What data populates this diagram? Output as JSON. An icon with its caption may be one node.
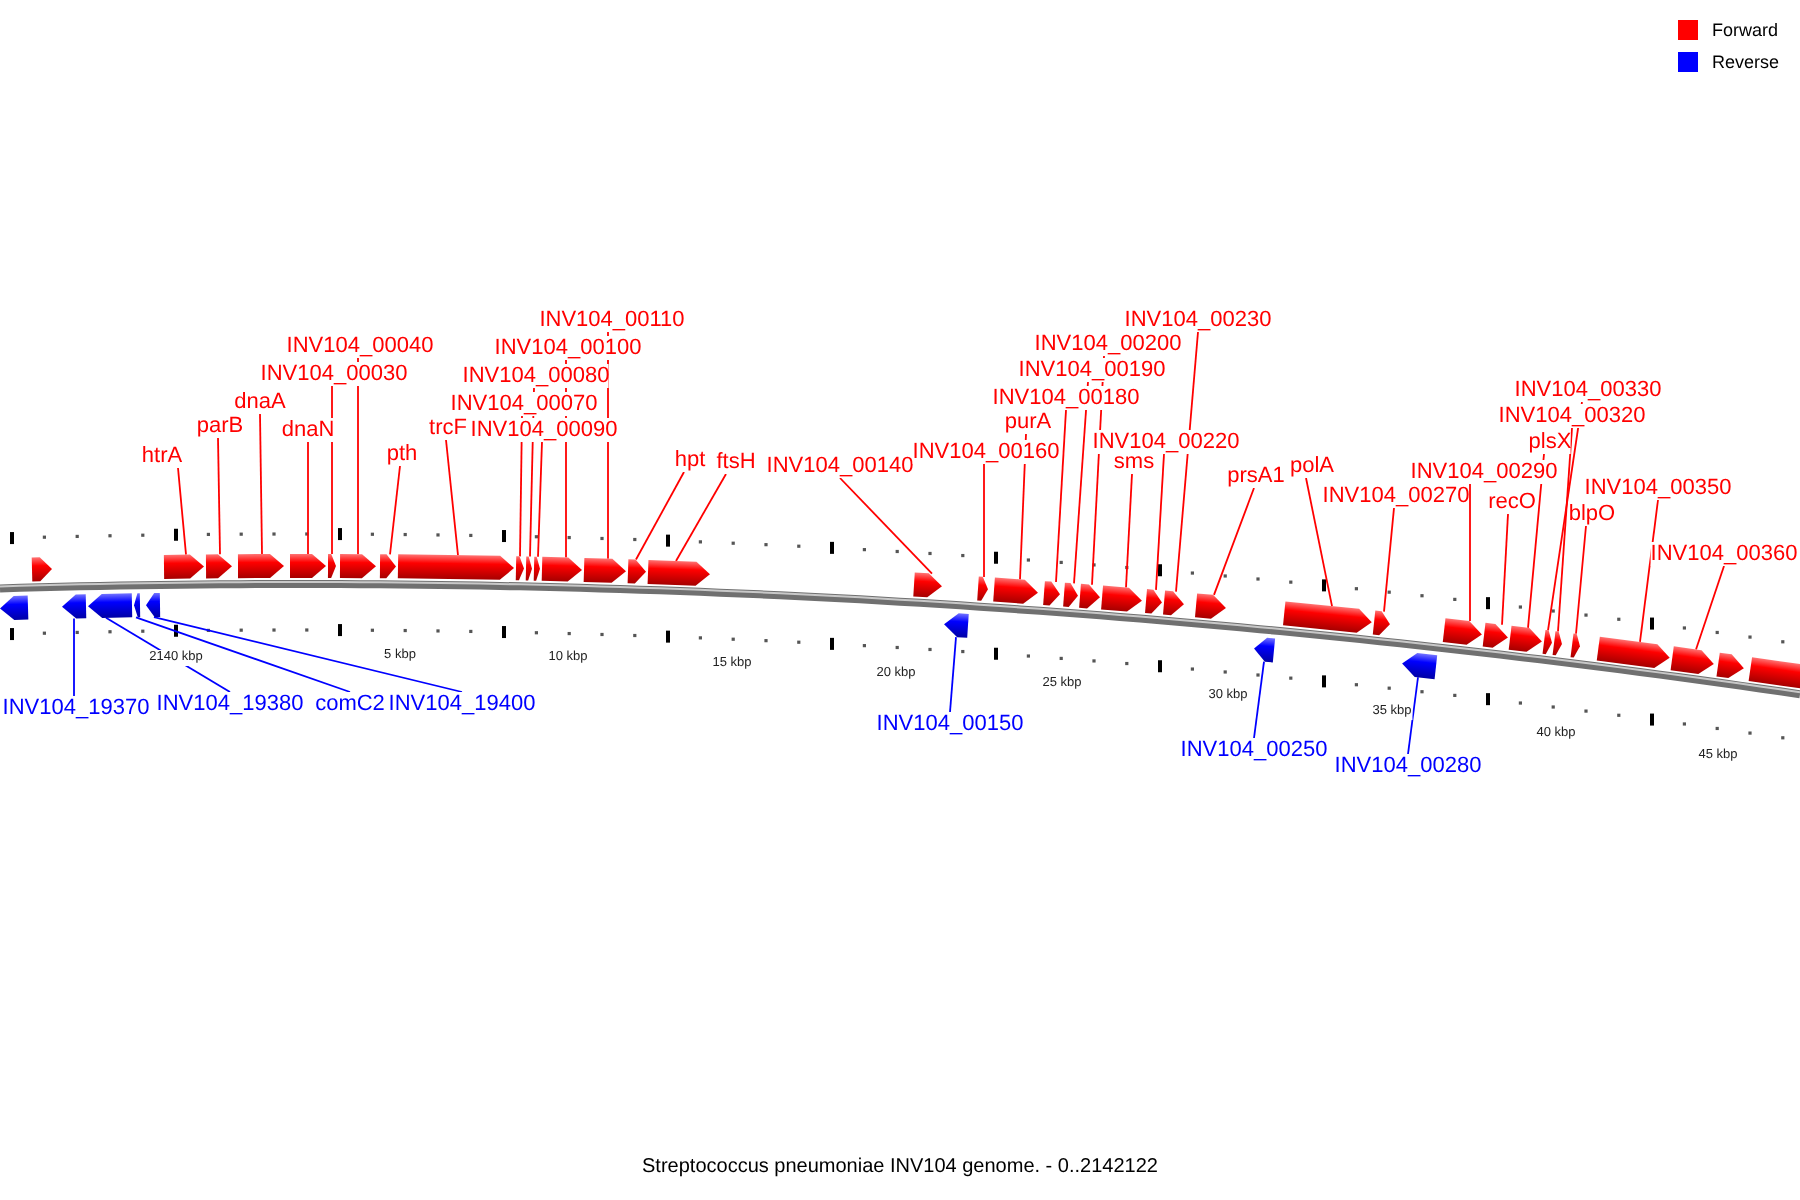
{
  "diagram": {
    "caption": "Streptococcus pneumoniae INV104 genome. - 0..2142122",
    "nodes": [
      {
        "text": [
          "htrA"
        ]
      },
      {
        "text": [
          "parB"
        ]
      },
      {
        "text": [
          "dnaA"
        ]
      },
      {
        "text": [
          "dnaN"
        ]
      },
      {
        "text": [
          "INV104_00030"
        ]
      },
      {
        "text": [
          "INV104_00040"
        ]
      },
      {
        "text": [
          "pth"
        ]
      },
      {
        "text": [
          "trcF"
        ]
      },
      {
        "text": [
          "INV104_00070"
        ]
      },
      {
        "text": [
          "INV104_00080"
        ]
      },
      {
        "text": [
          "INV104_00090"
        ]
      },
      {
        "text": [
          "INV104_00100"
        ]
      },
      {
        "text": [
          "INV104_00110"
        ]
      },
      {
        "text": [
          "hpt"
        ]
      },
      {
        "text": [
          "ftsH"
        ]
      },
      {
        "text": [
          "INV104_00140"
        ]
      },
      {
        "text": [
          "INV104_00160"
        ]
      },
      {
        "text": [
          "purA"
        ]
      },
      {
        "text": [
          "INV104_00180"
        ]
      },
      {
        "text": [
          "INV104_00190"
        ]
      },
      {
        "text": [
          "INV104_00200"
        ]
      },
      {
        "text": [
          "INV104_00220"
        ]
      },
      {
        "text": [
          "sms"
        ]
      },
      {
        "text": [
          "INV104_00230"
        ]
      },
      {
        "text": [
          "prsA1"
        ]
      },
      {
        "text": [
          "polA"
        ]
      },
      {
        "text": [
          "INV104_00270"
        ]
      },
      {
        "text": [
          "INV104_00290"
        ]
      },
      {
        "text": [
          "recO"
        ]
      },
      {
        "text": [
          "plsX"
        ]
      },
      {
        "text": [
          "INV104_00320"
        ]
      },
      {
        "text": [
          "INV104_00330"
        ]
      },
      {
        "text": [
          "blpO"
        ]
      },
      {
        "text": [
          "INV104_00350"
        ]
      },
      {
        "text": [
          "INV104_00360"
        ]
      },
      {
        "text": [
          "INV104_19370"
        ]
      },
      {
        "text": [
          "INV104_19380"
        ]
      },
      {
        "text": [
          "comC2"
        ]
      },
      {
        "text": [
          "INV104_19400"
        ]
      },
      {
        "text": [
          "INV104_00150"
        ]
      },
      {
        "text": [
          "INV104_00250"
        ]
      },
      {
        "text": [
          "INV104_00280"
        ]
      },
      {
        "text": [],
        "shape": "arrow"
      },
      {
        "text": [],
        "shape": "arrow"
      },
      {
        "text": [],
        "shape": "arrow"
      },
      {
        "text": [],
        "shape": "arrow"
      },
      {
        "text": [],
        "shape": "arrow"
      },
      {
        "text": [],
        "shape": "arrow"
      },
      {
        "text": [],
        "shape": "arrow"
      },
      {
        "text": [],
        "shape": "arrow"
      },
      {
        "text": [],
        "shape": "arrow"
      },
      {
        "text": [],
        "shape": "arrow"
      },
      {
        "text": [],
        "shape": "arrow"
      },
      {
        "text": [],
        "shape": "arrow"
      },
      {
        "text": [],
        "shape": "arrow"
      },
      {
        "text": [],
        "shape": "arrow"
      },
      {
        "text": [],
        "shape": "arrow"
      },
      {
        "text": [],
        "shape": "arrow"
      },
      {
        "text": [],
        "shape": "arrow"
      },
      {
        "text": [],
        "shape": "arrow"
      },
      {
        "text": [],
        "shape": "arrow"
      },
      {
        "text": [],
        "shape": "arrow"
      },
      {
        "text": [],
        "shape": "arrow"
      },
      {
        "text": [],
        "shape": "arrow"
      },
      {
        "text": [],
        "shape": "arrow"
      },
      {
        "text": [],
        "shape": "arrow"
      },
      {
        "text": [],
        "shape": "arrow"
      },
      {
        "text": [],
        "shape": "arrow"
      },
      {
        "text": [],
        "shape": "arrow"
      },
      {
        "text": [],
        "shape": "arrow"
      },
      {
        "text": [],
        "shape": "arrow"
      },
      {
        "text": [],
        "shape": "arrow"
      },
      {
        "text": [],
        "shape": "arrow"
      },
      {
        "text": [],
        "shape": "arrow"
      },
      {
        "text": [],
        "shape": "arrow"
      },
      {
        "text": [],
        "shape": "arrow"
      },
      {
        "text": [],
        "shape": "arrow"
      },
      {
        "text": [],
        "shape": "arrow"
      },
      {
        "text": [],
        "shape": "arrow"
      },
      {
        "text": [],
        "shape": "arrow"
      },
      {
        "text": [],
        "shape": "arrow"
      },
      {
        "text": [],
        "shape": "arrow"
      },
      {
        "text": [],
        "shape": "arrow"
      },
      {
        "text": [],
        "shape": "arrow"
      },
      {
        "text": [],
        "shape": "arrow"
      },
      {
        "text": [],
        "shape": "arrow"
      },
      {
        "text": [],
        "shape": "arrow"
      },
      {
        "text": [],
        "shape": "arrow"
      }
    ],
    "edges": [
      {
        "from": 0,
        "to": 48,
        "arrow": "none"
      },
      {
        "from": 1,
        "to": 49,
        "arrow": "none"
      },
      {
        "from": 2,
        "to": 50,
        "arrow": "none"
      },
      {
        "from": 3,
        "to": 51,
        "arrow": "none"
      },
      {
        "from": 4,
        "to": 52,
        "arrow": "none"
      },
      {
        "from": 5,
        "to": 53,
        "arrow": "none"
      },
      {
        "from": 6,
        "to": 54,
        "arrow": "none"
      },
      {
        "from": 7,
        "to": 55,
        "arrow": "none"
      },
      {
        "from": 8,
        "to": 56,
        "arrow": "none"
      },
      {
        "from": 9,
        "to": 57,
        "arrow": "none"
      },
      {
        "from": 10,
        "to": 58,
        "arrow": "none"
      },
      {
        "from": 11,
        "to": 59,
        "arrow": "none"
      },
      {
        "from": 12,
        "to": 60,
        "arrow": "none"
      },
      {
        "from": 13,
        "to": 61,
        "arrow": "none"
      },
      {
        "from": 14,
        "to": 62,
        "arrow": "none"
      },
      {
        "from": 15,
        "to": 63,
        "arrow": "none"
      },
      {
        "from": 16,
        "to": 65,
        "arrow": "none"
      },
      {
        "from": 17,
        "to": 66,
        "arrow": "none"
      },
      {
        "from": 18,
        "to": 67,
        "arrow": "none"
      },
      {
        "from": 19,
        "to": 68,
        "arrow": "none"
      },
      {
        "from": 20,
        "to": 69,
        "arrow": "none"
      },
      {
        "from": 21,
        "to": 71,
        "arrow": "none"
      },
      {
        "from": 22,
        "to": 70,
        "arrow": "none"
      },
      {
        "from": 23,
        "to": 72,
        "arrow": "none"
      },
      {
        "from": 24,
        "to": 73,
        "arrow": "none"
      },
      {
        "from": 25,
        "to": 75,
        "arrow": "none"
      },
      {
        "from": 26,
        "to": 76,
        "arrow": "none"
      },
      {
        "from": 27,
        "to": 78,
        "arrow": "none"
      },
      {
        "from": 28,
        "to": 79,
        "arrow": "none"
      },
      {
        "from": 29,
        "to": 80,
        "arrow": "none"
      },
      {
        "from": 30,
        "to": 82,
        "arrow": "none"
      },
      {
        "from": 31,
        "to": 81,
        "arrow": "none"
      },
      {
        "from": 32,
        "to": 83,
        "arrow": "none"
      },
      {
        "from": 33,
        "to": 84,
        "arrow": "none"
      },
      {
        "from": 34,
        "to": 85,
        "arrow": "none"
      },
      {
        "from": 35,
        "to": 44,
        "arrow": "none",
        "color": "#0000ff"
      },
      {
        "from": 36,
        "to": 45,
        "arrow": "none",
        "color": "#0000ff"
      },
      {
        "from": 37,
        "to": 46,
        "arrow": "none",
        "color": "#0000ff"
      },
      {
        "from": 38,
        "to": 47,
        "arrow": "none",
        "color": "#0000ff"
      },
      {
        "from": 39,
        "to": 64,
        "arrow": "none",
        "color": "#0000ff"
      },
      {
        "from": 40,
        "to": 74,
        "arrow": "none",
        "color": "#0000ff"
      },
      {
        "from": 41,
        "to": 77,
        "arrow": "none",
        "color": "#0000ff"
      }
    ],
    "labels": [
      "2140 kbp",
      "5 kbp",
      "10 kbp",
      "15 kbp",
      "20 kbp",
      "25 kbp",
      "30 kbp",
      "35 kbp",
      "40 kbp",
      "45 kbp"
    ],
    "legend": [
      {
        "text": "Forward",
        "color": "#ff0000"
      },
      {
        "text": "Reverse",
        "color": "#0000ff"
      }
    ]
  }
}
